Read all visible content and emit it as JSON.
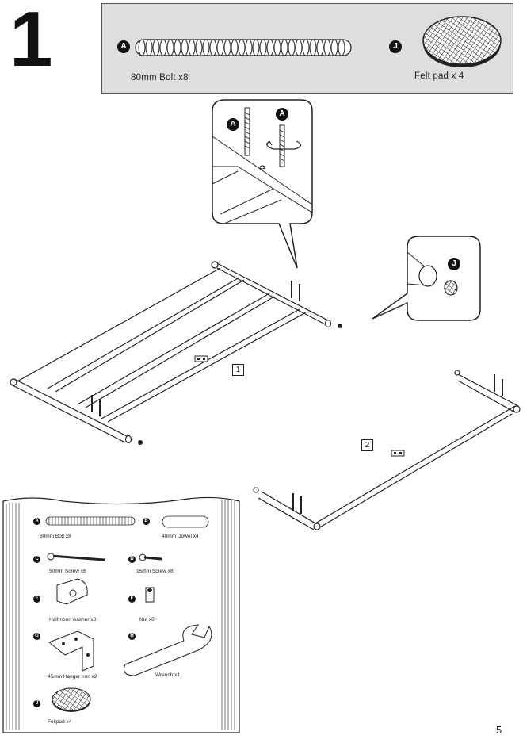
{
  "step": {
    "number": "1"
  },
  "parts_box": {
    "items": [
      {
        "letter": "A",
        "label": "80mm Bolt x8",
        "icon": "bolt-icon"
      },
      {
        "letter": "J",
        "label": "Felt pad x 4",
        "icon": "felt-pad-icon"
      }
    ]
  },
  "callouts": {
    "bolt_detail": {
      "letters": [
        "A",
        "A"
      ]
    },
    "felt_detail": {
      "letter": "J"
    }
  },
  "panels": [
    "1",
    "2"
  ],
  "inventory": {
    "items": [
      {
        "letter": "A",
        "label": "80mm Bolt x8"
      },
      {
        "letter": "B",
        "label": "40mm Dowel x4"
      },
      {
        "letter": "C",
        "label": "50mm Screw x6"
      },
      {
        "letter": "D",
        "label": "15mm Screw x8"
      },
      {
        "letter": "E",
        "label": "Halfmoon washer x8"
      },
      {
        "letter": "F",
        "label": "Nut x8"
      },
      {
        "letter": "G",
        "label": "45mm Hanger iron x2"
      },
      {
        "letter": "H",
        "label": "Wrench x1"
      },
      {
        "letter": "J",
        "label": "Feltpad x4"
      }
    ]
  },
  "page": {
    "number": "5"
  }
}
